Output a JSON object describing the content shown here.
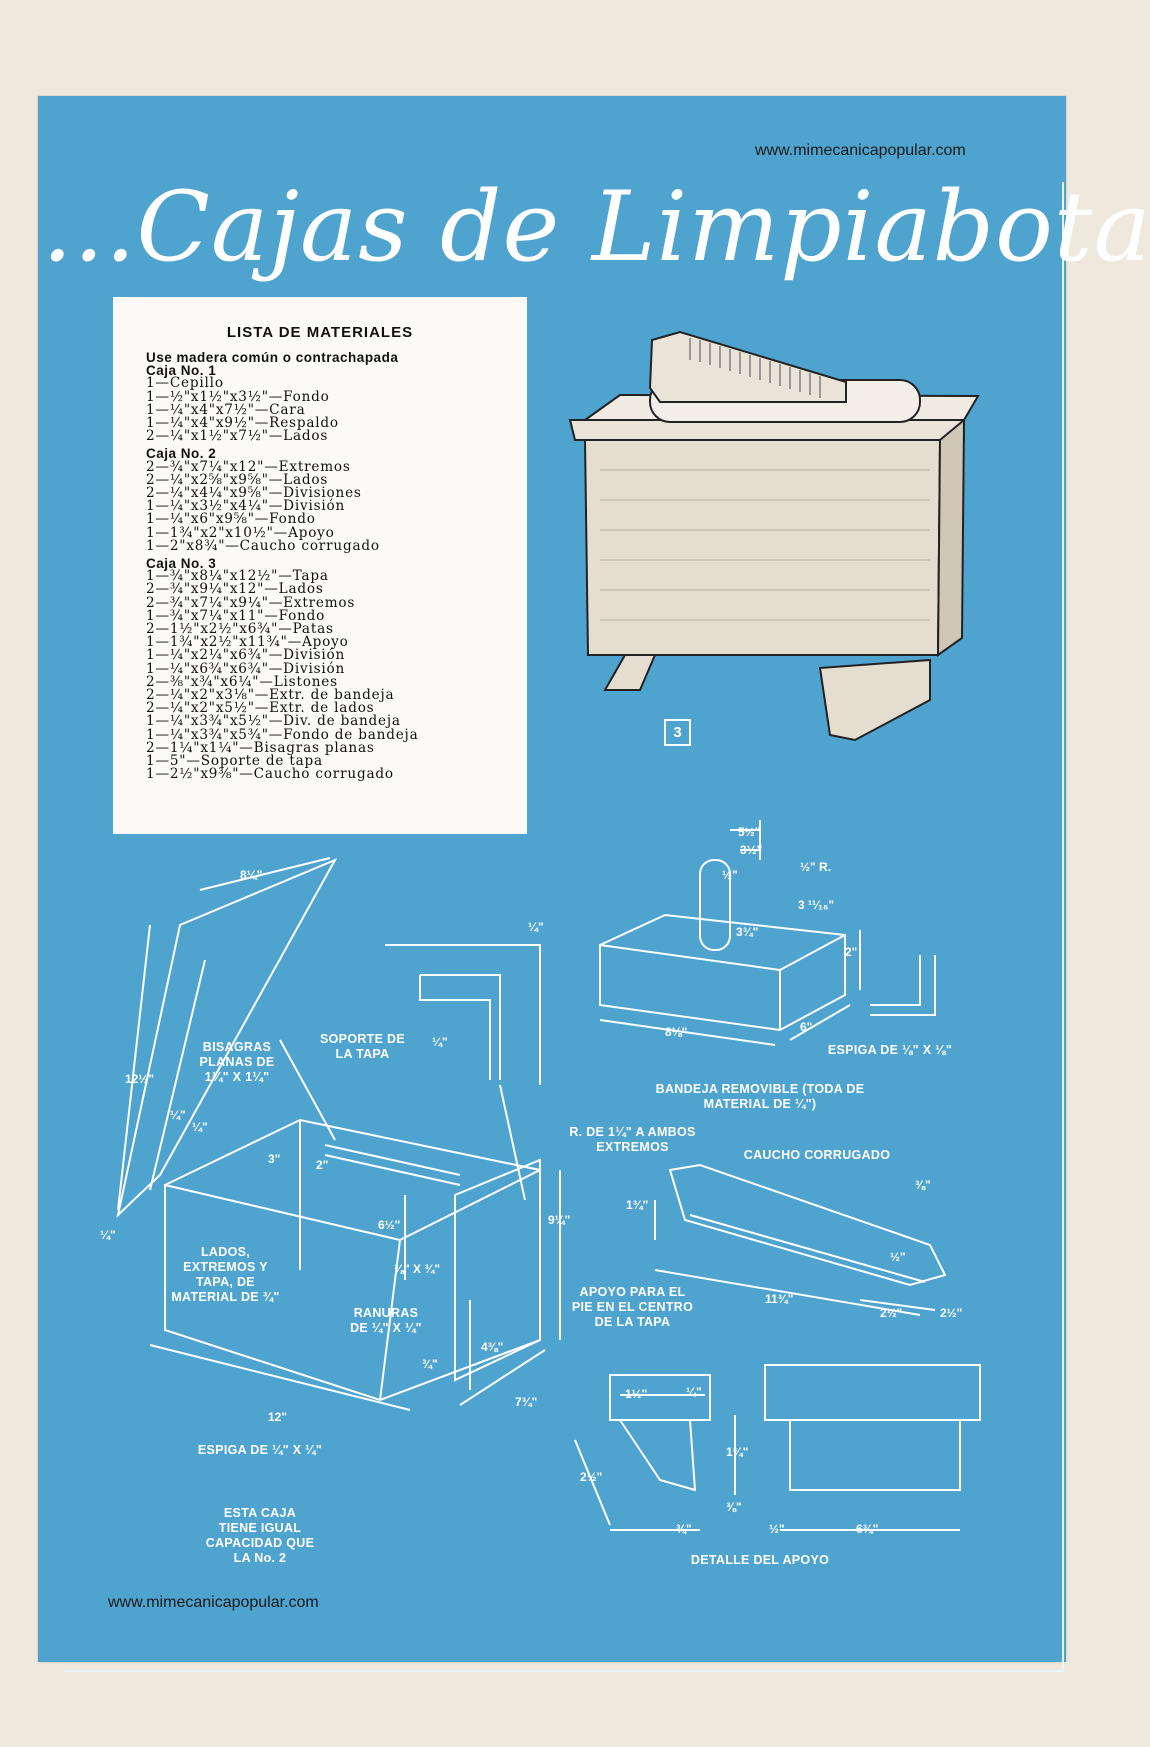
{
  "site": {
    "url_top": "www.mimecanicapopular.com",
    "url_bottom": "www.mimecanicapopular.com"
  },
  "title": "...Cajas de Limpiabotas",
  "materials": {
    "heading": "LISTA DE MATERIALES",
    "intro": "Use madera común o contrachapada",
    "groups": [
      {
        "name": "Caja No. 1",
        "items": [
          "1—Cepillo",
          "1—½\"x1½\"x3½\"—Fondo",
          "1—¼\"x4\"x7½\"—Cara",
          "1—¼\"x4\"x9½\"—Respaldo",
          "2—¼\"x1½\"x7½\"—Lados"
        ]
      },
      {
        "name": "Caja No. 2",
        "items": [
          "2—¾\"x7¼\"x12\"—Extremos",
          "2—¼\"x2⅝\"x9⅝\"—Lados",
          "2—¼\"x4¼\"x9⅝\"—Divisiones",
          "1—¼\"x3½\"x4¼\"—División",
          "1—¼\"x6\"x9⅝\"—Fondo",
          "1—1¾\"x2\"x10½\"—Apoyo",
          "1—2\"x8¾\"—Caucho corrugado"
        ]
      },
      {
        "name": "Caja No. 3",
        "items": [
          "1—¾\"x8¼\"x12½\"—Tapa",
          "2—¾\"x9¼\"x12\"—Lados",
          "2—¾\"x7¼\"x9¼\"—Extremos",
          "1—¾\"x7¼\"x11\"—Fondo",
          "2—1½\"x2½\"x6¾\"—Patas",
          "1—1¾\"x2½\"x11¾\"—Apoyo",
          "1—¼\"x2¼\"x6¾\"—División",
          "1—¼\"x6¾\"x6¾\"—División",
          "2—⅜\"x¾\"x6¼\"—Listones",
          "2—¼\"x2\"x3⅛\"—Extr. de bandeja",
          "2—¼\"x2\"x5½\"—Extr. de lados",
          "1—¼\"x3¾\"x5½\"—Div. de bandeja",
          "1—¼\"x3¾\"x5¾\"—Fondo de bandeja",
          "2—1¼\"x1¼\"—Bisagras planas",
          "1—5\"—Soporte de tapa",
          "1—2½\"x9⅜\"—Caucho corrugado"
        ]
      }
    ]
  },
  "figure_number": "3",
  "labels": {
    "hinges": "BISAGRAS PLANAS DE 1¼\" X 1¼\"",
    "lid_support": "SOPORTE DE LA TAPA",
    "sides_material": "LADOS, EXTREMOS Y TAPA, DE MATERIAL DE ¾\"",
    "grooves": "RANURAS DE ¼\" X ¼\"",
    "tenon_box": "ESPIGA DE ¼\" X ¼\"",
    "capacity_note": "ESTA CAJA TIENE IGUAL CAPACIDAD QUE LA No. 2",
    "tray": "BANDEJA REMOVIBLE (TODA DE MATERIAL DE ¼\")",
    "tenon_tray": "ESPIGA DE ⅛\" X ⅛\"",
    "radius_ends": "R. DE 1¼\" A AMBOS EXTREMOS",
    "rubber": "CAUCHO CORRUGADO",
    "footrest": "APOYO PARA EL PIE EN EL CENTRO DE LA TAPA",
    "support_detail": "DETALLE DEL APOYO"
  },
  "dimensions": {
    "lid_width": "8¼\"",
    "lid_height": "12½\"",
    "lid_thickness": "¼\"",
    "lid_edge": "¼\"",
    "hinge_gap": "¼\"",
    "three": "3\"",
    "two": "2\"",
    "six_half": "6½\"",
    "strip": "⅜\" X ¾\"",
    "nine_quarter": "9¼\"",
    "three_quarter": "¾\"",
    "four_three_eighths": "4⅜\"",
    "twelve": "12\"",
    "seven_three_quarter": "7¾\"",
    "joint_top": "¼\"",
    "joint_side": "¼\"",
    "tray_5half": "5½\"",
    "tray_3half": "3½\"",
    "tray_half_r": "½\" R.",
    "tray_half": "½\"",
    "tray_3_11_16": "3 ¹¹⁄₁₆\"",
    "tray_3_3_4": "3¾\"",
    "tray_2": "2\"",
    "tray_8_1_8": "8⅛\"",
    "tray_6": "6\"",
    "rest_1_3_4": "1¾\"",
    "rest_3_8": "⅜\"",
    "rest_half": "½\"",
    "rest_11_3_4": "11¾\"",
    "rest_2_half_a": "2½\"",
    "rest_2_half_b": "2½\"",
    "det_1_half": "1½\"",
    "det_1_4": "¼\"",
    "det_1_3_4": "1¾\"",
    "det_2_half": "2½\"",
    "det_3_8": "⅜\"",
    "det_3_4": "¾\"",
    "det_half": "½\"",
    "det_6_3_4": "6¾\""
  }
}
